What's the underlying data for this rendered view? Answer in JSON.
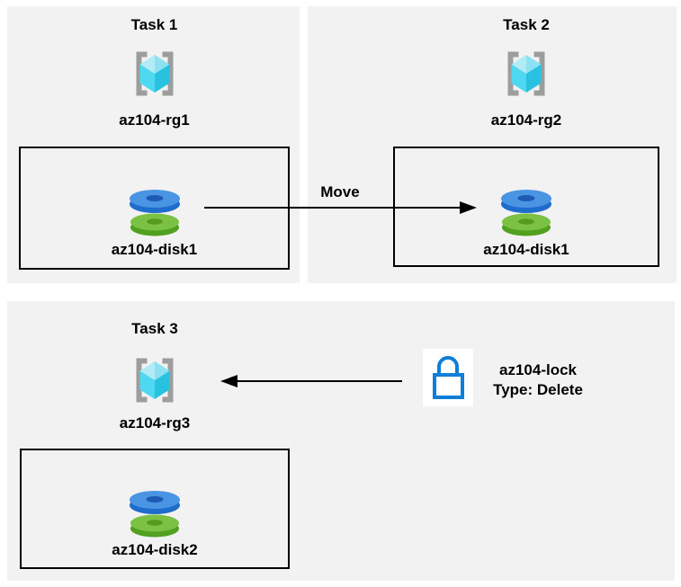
{
  "tasks": [
    {
      "title": "Task 1",
      "resource_group": "az104-rg1",
      "disk": "az104-disk1"
    },
    {
      "title": "Task 2",
      "resource_group": "az104-rg2",
      "disk": "az104-disk1"
    },
    {
      "title": "Task 3",
      "resource_group": "az104-rg3",
      "disk": "az104-disk2"
    }
  ],
  "arrows": {
    "move_label": "Move"
  },
  "lock": {
    "name": "az104-lock",
    "type": "Type: Delete"
  },
  "icons": {
    "resource_group": "resource-group-icon",
    "disk": "disk-icon",
    "lock": "lock-icon"
  },
  "colors": {
    "panel_bg": "#f2f2f2",
    "box_border": "#000000",
    "bracket_gray": "#9d9d9d",
    "cube_top_left": "#b0ebf6",
    "cube_top_right": "#8ce2f2",
    "cube_left": "#4fd8f1",
    "cube_right": "#28c2e0",
    "disk_blue_top": "#4a94e4",
    "disk_blue_side": "#1e6dcd",
    "disk_blue_hole": "#1d5ab4",
    "disk_green_top": "#7bc143",
    "disk_green_side": "#51a01f",
    "disk_green_hole": "#569b1e",
    "lock_blue": "#0e7fd9",
    "arrow": "#000000"
  }
}
